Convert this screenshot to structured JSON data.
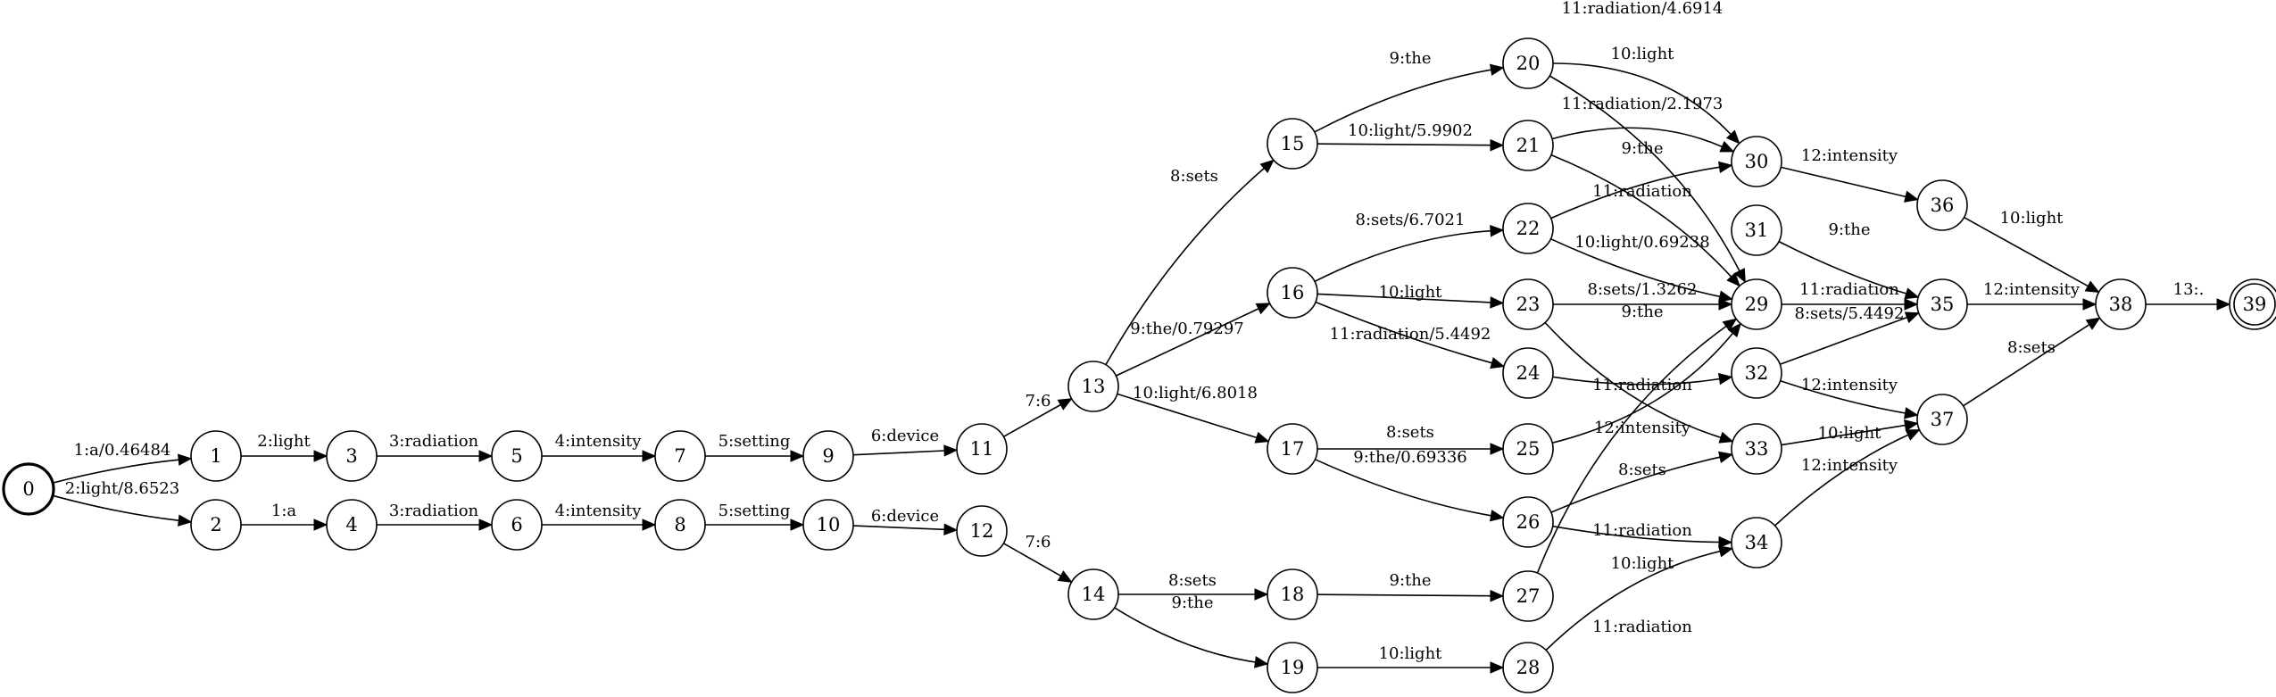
{
  "graph": {
    "initial_state": "0",
    "final_states": [
      "39"
    ],
    "states": [
      "0",
      "1",
      "2",
      "3",
      "4",
      "5",
      "6",
      "7",
      "8",
      "9",
      "10",
      "11",
      "12",
      "13",
      "14",
      "15",
      "16",
      "17",
      "18",
      "19",
      "20",
      "21",
      "22",
      "23",
      "24",
      "25",
      "26",
      "27",
      "28",
      "29",
      "30",
      "31",
      "32",
      "33",
      "34",
      "35",
      "36",
      "37",
      "38",
      "39"
    ],
    "transitions": [
      {
        "from": "0",
        "to": "1",
        "label": "1:a/0.46484"
      },
      {
        "from": "0",
        "to": "2",
        "label": "2:light/8.6523"
      },
      {
        "from": "1",
        "to": "3",
        "label": "2:light"
      },
      {
        "from": "2",
        "to": "4",
        "label": "1:a"
      },
      {
        "from": "3",
        "to": "5",
        "label": "3:radiation"
      },
      {
        "from": "4",
        "to": "6",
        "label": "3:radiation"
      },
      {
        "from": "5",
        "to": "7",
        "label": "4:intensity"
      },
      {
        "from": "6",
        "to": "8",
        "label": "4:intensity"
      },
      {
        "from": "7",
        "to": "9",
        "label": "5:setting"
      },
      {
        "from": "8",
        "to": "10",
        "label": "5:setting"
      },
      {
        "from": "9",
        "to": "11",
        "label": "6:device"
      },
      {
        "from": "10",
        "to": "12",
        "label": "6:device"
      },
      {
        "from": "11",
        "to": "13",
        "label": "7:6"
      },
      {
        "from": "12",
        "to": "14",
        "label": "7:6"
      },
      {
        "from": "13",
        "to": "15",
        "label": "8:sets"
      },
      {
        "from": "13",
        "to": "16",
        "label": "9:the/0.79297"
      },
      {
        "from": "13",
        "to": "17",
        "label": "10:light/6.8018"
      },
      {
        "from": "14",
        "to": "18",
        "label": "8:sets"
      },
      {
        "from": "14",
        "to": "19",
        "label": "9:the"
      },
      {
        "from": "15",
        "to": "20",
        "label": "9:the"
      },
      {
        "from": "15",
        "to": "21",
        "label": "10:light/5.9902"
      },
      {
        "from": "16",
        "to": "22",
        "label": "8:sets/6.7021"
      },
      {
        "from": "16",
        "to": "23",
        "label": "10:light"
      },
      {
        "from": "16",
        "to": "24",
        "label": "11:radiation/5.4492"
      },
      {
        "from": "17",
        "to": "25",
        "label": "8:sets"
      },
      {
        "from": "17",
        "to": "26",
        "label": "9:the/0.69336"
      },
      {
        "from": "18",
        "to": "27",
        "label": "9:the"
      },
      {
        "from": "19",
        "to": "28",
        "label": "10:light"
      },
      {
        "from": "20",
        "to": "30",
        "label": "11:radiation/4.6914"
      },
      {
        "from": "20",
        "to": "29",
        "label": "10:light"
      },
      {
        "from": "21",
        "to": "30",
        "label": "11:radiation/2.1973"
      },
      {
        "from": "21",
        "to": "29",
        "label": "9:the"
      },
      {
        "from": "22",
        "to": "30",
        "label": "11:radiation"
      },
      {
        "from": "22",
        "to": "29",
        "label": "10:light/0.69238"
      },
      {
        "from": "23",
        "to": "29",
        "label": "8:sets/1.3262"
      },
      {
        "from": "23",
        "to": "33",
        "label": "12:intensity"
      },
      {
        "from": "24",
        "to": "32",
        "label": "11:radiation"
      },
      {
        "from": "25",
        "to": "29",
        "label": "9:the"
      },
      {
        "from": "26",
        "to": "33",
        "label": "8:sets"
      },
      {
        "from": "26",
        "to": "34",
        "label": "11:radiation"
      },
      {
        "from": "27",
        "to": "29",
        "label": "10:light"
      },
      {
        "from": "28",
        "to": "34",
        "label": "11:radiation"
      },
      {
        "from": "29",
        "to": "35",
        "label": "11:radiation"
      },
      {
        "from": "30",
        "to": "36",
        "label": "12:intensity"
      },
      {
        "from": "31",
        "to": "35",
        "label": "9:the"
      },
      {
        "from": "32",
        "to": "35",
        "label": "8:sets/5.4492"
      },
      {
        "from": "32",
        "to": "37",
        "label": "12:intensity"
      },
      {
        "from": "33",
        "to": "37",
        "label": "10:light"
      },
      {
        "from": "34",
        "to": "37",
        "label": "12:intensity"
      },
      {
        "from": "35",
        "to": "38",
        "label": "12:intensity"
      },
      {
        "from": "36",
        "to": "38",
        "label": "10:light"
      },
      {
        "from": "37",
        "to": "38",
        "label": "8:sets"
      },
      {
        "from": "38",
        "to": "39",
        "label": "13:."
      }
    ]
  }
}
